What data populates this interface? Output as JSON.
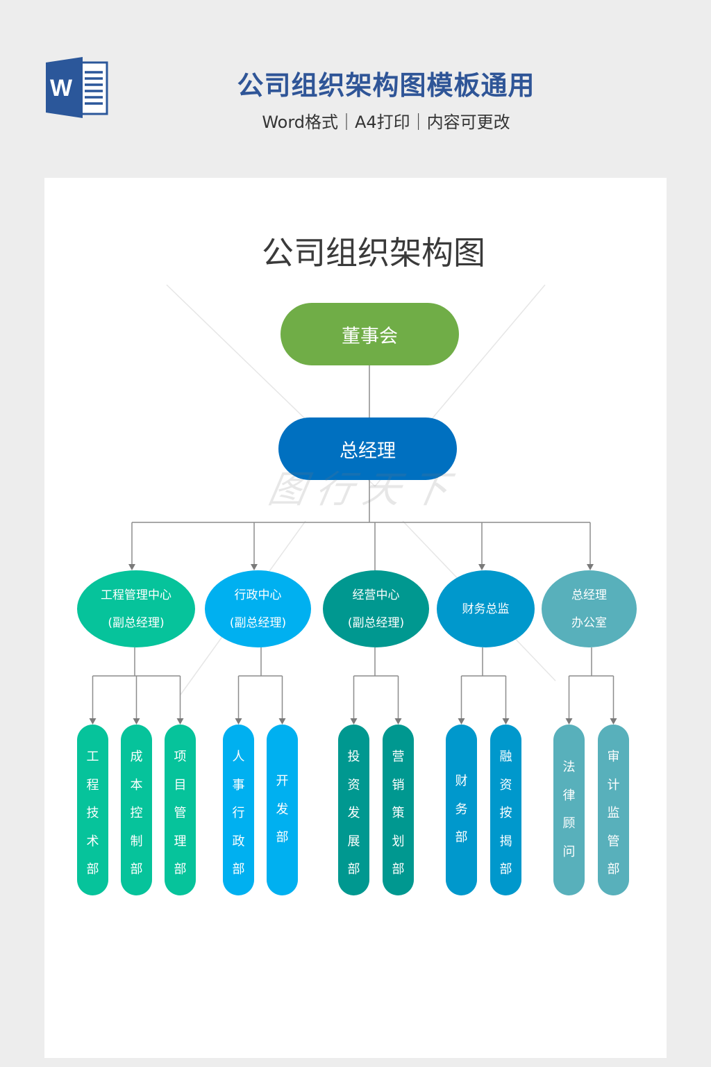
{
  "header": {
    "icon": "word-document-icon",
    "icon_letter": "W",
    "title": "公司组织架构图模板通用",
    "subtitle": "Word格式｜A4打印｜内容可更改"
  },
  "document": {
    "title": "公司组织架构图",
    "watermark": "图行天下"
  },
  "org": {
    "board": {
      "label": "董事会",
      "color": "#70ad47"
    },
    "gm": {
      "label": "总经理",
      "color": "#0070c0"
    },
    "centers": [
      {
        "line1": "工程管理中心",
        "line2": "(副总经理)",
        "color": "#06c39b",
        "departments": [
          "工程技术部",
          "成本控制部",
          "项目管理部"
        ]
      },
      {
        "line1": "行政中心",
        "line2": "(副总经理)",
        "color": "#00b0f0",
        "departments": [
          "人事行政部",
          "开发部"
        ]
      },
      {
        "line1": "经营中心",
        "line2": "(副总经理)",
        "color": "#009890",
        "departments": [
          "投资发展部",
          "营销策划部"
        ]
      },
      {
        "line1": "财务总监",
        "line2": "",
        "color": "#0098cc",
        "departments": [
          "财务部",
          "融资按揭部"
        ]
      },
      {
        "line1": "总经理",
        "line2": "办公室",
        "color": "#58b0bb",
        "departments": [
          "法律顾问",
          "审计监管部"
        ]
      }
    ],
    "line_color": "#8c8c8c"
  }
}
